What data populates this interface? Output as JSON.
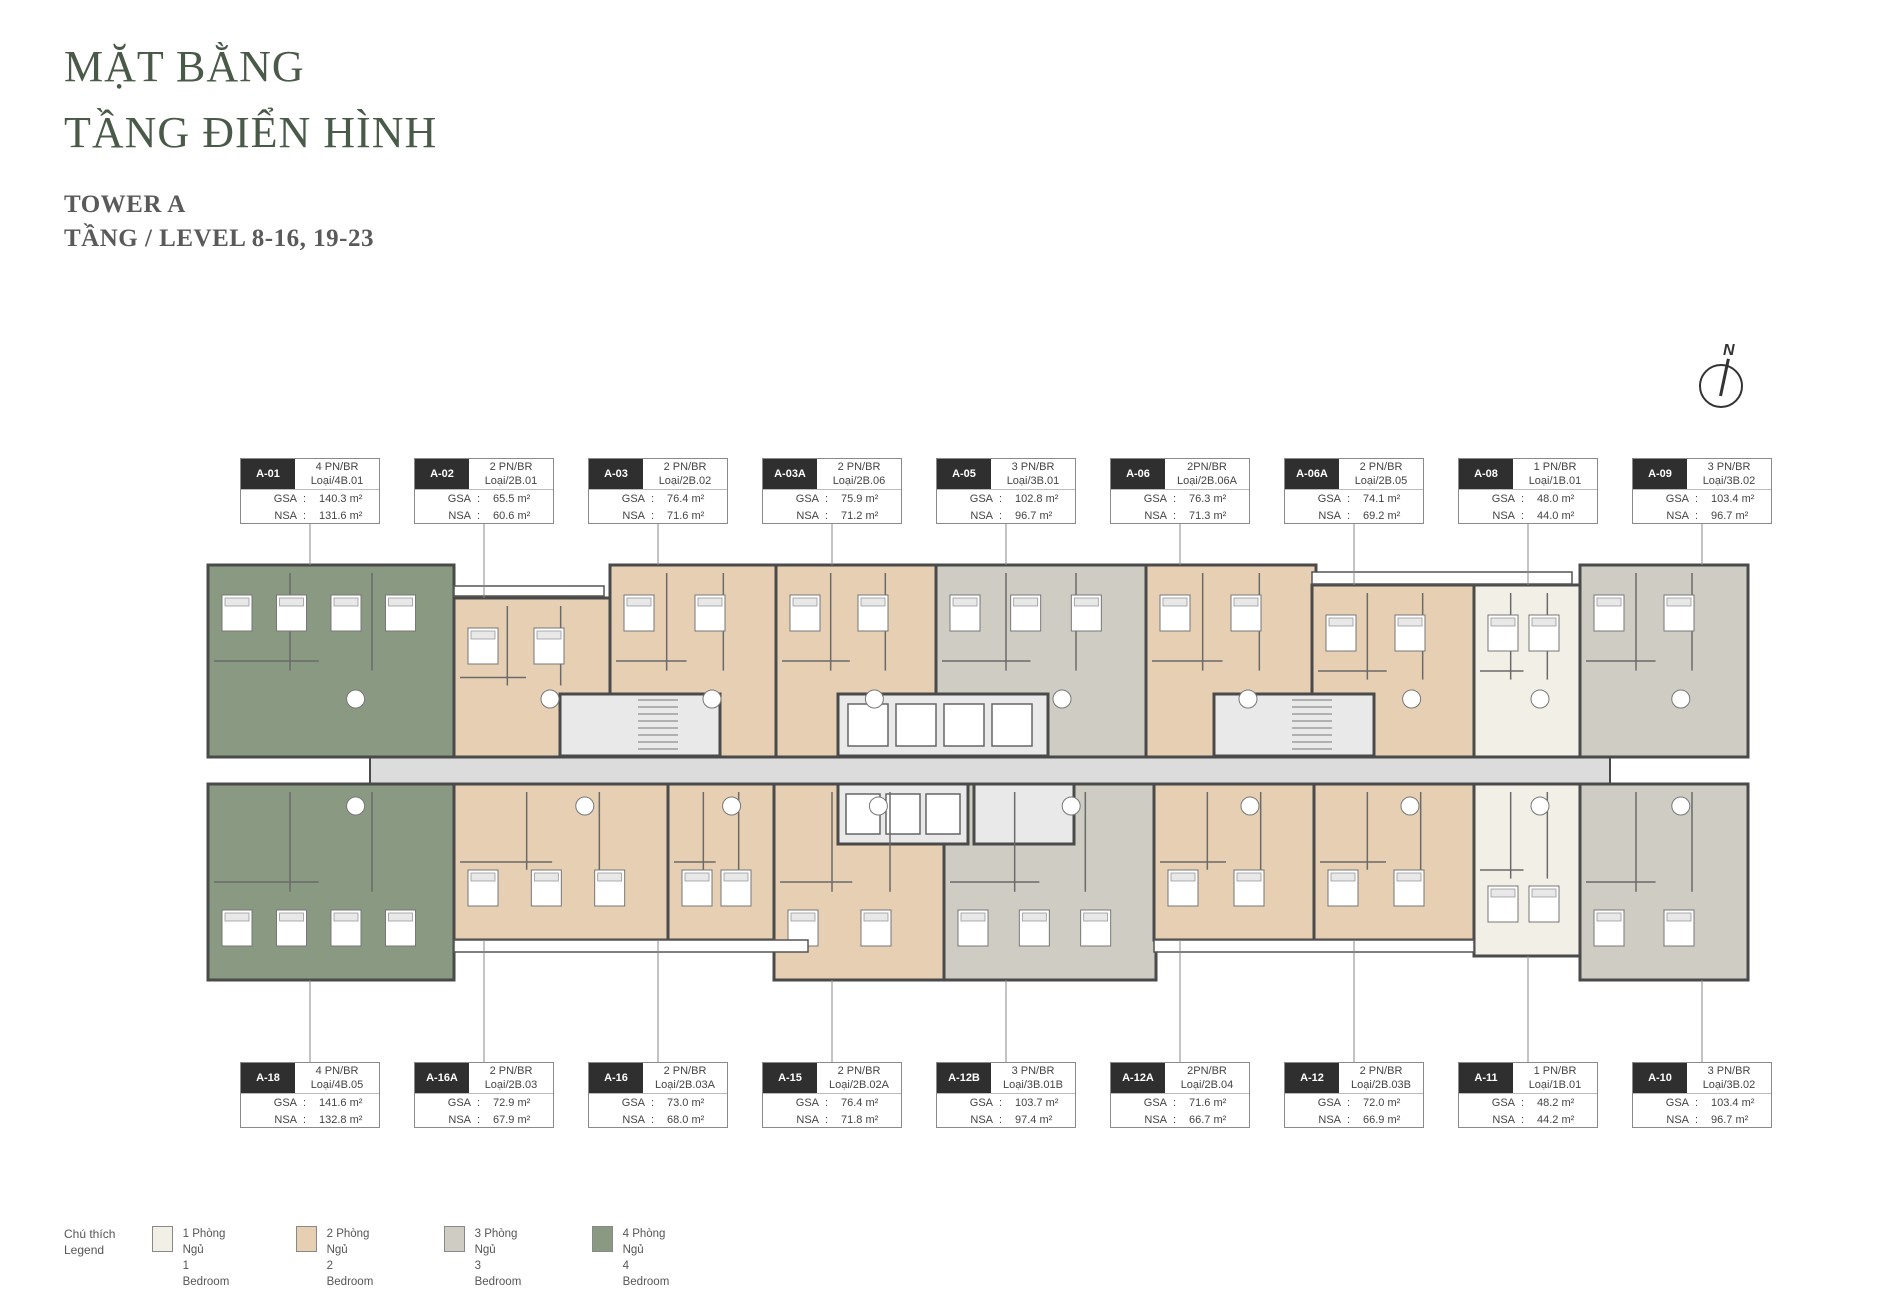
{
  "title": {
    "line1": "MẶT BẰNG",
    "line2": "TẦNG ĐIỂN HÌNH"
  },
  "subtitle": {
    "tower": "TOWER A",
    "level": "TẦNG / LEVEL 8-16, 19-23"
  },
  "compass": {
    "label": "N"
  },
  "colors": {
    "1br": "#f2efe6",
    "2br": "#e6cfb2",
    "3br": "#cfcdc3",
    "4br": "#8a9a82",
    "corridor": "#dcdcdc",
    "core": "#e9e9e9",
    "wall": "#4a4a4a"
  },
  "units_top": [
    {
      "code": "A-01",
      "bedrooms": "4 PN/BR",
      "type": "Loại/4B.01",
      "gsa": "140.3 m²",
      "nsa": "131.6 m²",
      "kind": "4br"
    },
    {
      "code": "A-02",
      "bedrooms": "2 PN/BR",
      "type": "Loại/2B.01",
      "gsa": "65.5 m²",
      "nsa": "60.6 m²",
      "kind": "2br"
    },
    {
      "code": "A-03",
      "bedrooms": "2 PN/BR",
      "type": "Loại/2B.02",
      "gsa": "76.4 m²",
      "nsa": "71.6 m²",
      "kind": "2br"
    },
    {
      "code": "A-03A",
      "bedrooms": "2 PN/BR",
      "type": "Loại/2B.06",
      "gsa": "75.9 m²",
      "nsa": "71.2 m²",
      "kind": "2br"
    },
    {
      "code": "A-05",
      "bedrooms": "3 PN/BR",
      "type": "Loại/3B.01",
      "gsa": "102.8 m²",
      "nsa": "96.7 m²",
      "kind": "3br"
    },
    {
      "code": "A-06",
      "bedrooms": "2PN/BR",
      "type": "Loại/2B.06A",
      "gsa": "76.3 m²",
      "nsa": "71.3 m²",
      "kind": "2br"
    },
    {
      "code": "A-06A",
      "bedrooms": "2 PN/BR",
      "type": "Loại/2B.05",
      "gsa": "74.1 m²",
      "nsa": "69.2 m²",
      "kind": "2br"
    },
    {
      "code": "A-08",
      "bedrooms": "1 PN/BR",
      "type": "Loại/1B.01",
      "gsa": "48.0 m²",
      "nsa": "44.0 m²",
      "kind": "1br"
    },
    {
      "code": "A-09",
      "bedrooms": "3 PN/BR",
      "type": "Loại/3B.02",
      "gsa": "103.4 m²",
      "nsa": "96.7 m²",
      "kind": "3br"
    }
  ],
  "units_bottom": [
    {
      "code": "A-18",
      "bedrooms": "4 PN/BR",
      "type": "Loại/4B.05",
      "gsa": "141.6 m²",
      "nsa": "132.8 m²",
      "kind": "4br"
    },
    {
      "code": "A-16A",
      "bedrooms": "2 PN/BR",
      "type": "Loại/2B.03",
      "gsa": "72.9 m²",
      "nsa": "67.9 m²",
      "kind": "2br"
    },
    {
      "code": "A-16",
      "bedrooms": "2 PN/BR",
      "type": "Loại/2B.03A",
      "gsa": "73.0 m²",
      "nsa": "68.0 m²",
      "kind": "2br"
    },
    {
      "code": "A-15",
      "bedrooms": "2 PN/BR",
      "type": "Loại/2B.02A",
      "gsa": "76.4 m²",
      "nsa": "71.8 m²",
      "kind": "2br"
    },
    {
      "code": "A-12B",
      "bedrooms": "3 PN/BR",
      "type": "Loại/3B.01B",
      "gsa": "103.7 m²",
      "nsa": "97.4 m²",
      "kind": "3br"
    },
    {
      "code": "A-12A",
      "bedrooms": "2PN/BR",
      "type": "Loại/2B.04",
      "gsa": "71.6 m²",
      "nsa": "66.7 m²",
      "kind": "2br"
    },
    {
      "code": "A-12",
      "bedrooms": "2 PN/BR",
      "type": "Loại/2B.03B",
      "gsa": "72.0 m²",
      "nsa": "66.9 m²",
      "kind": "2br"
    },
    {
      "code": "A-11",
      "bedrooms": "1 PN/BR",
      "type": "Loại/1B.01",
      "gsa": "48.2 m²",
      "nsa": "44.2 m²",
      "kind": "1br"
    },
    {
      "code": "A-10",
      "bedrooms": "3 PN/BR",
      "type": "Loại/3B.02",
      "gsa": "103.4 m²",
      "nsa": "96.7 m²",
      "kind": "3br"
    }
  ],
  "labels": {
    "gsa": "GSA",
    "nsa": "NSA",
    "colon": ":"
  },
  "legend": {
    "title_vi": "Chú thích",
    "title_en": "Legend",
    "items": [
      {
        "vi": "1 Phòng Ngủ",
        "en": "1 Bedroom",
        "kind": "1br"
      },
      {
        "vi": "2 Phòng Ngủ",
        "en": "2 Bedroom",
        "kind": "2br"
      },
      {
        "vi": "3 Phòng Ngủ",
        "en": "3 Bedroom",
        "kind": "3br"
      },
      {
        "vi": "4 Phòng Ngủ",
        "en": "4 Bedroom",
        "kind": "4br"
      }
    ]
  }
}
